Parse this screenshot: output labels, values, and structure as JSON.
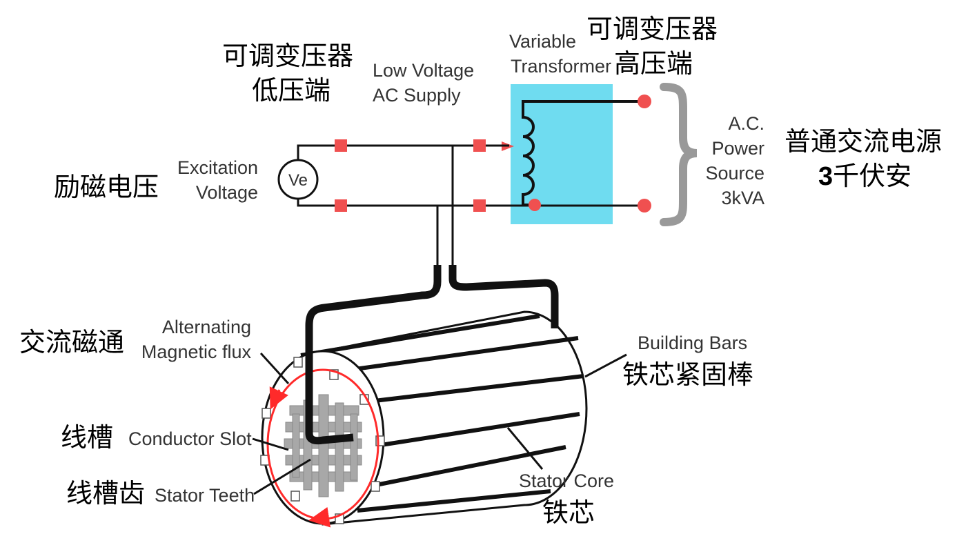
{
  "labels": {
    "low_voltage_end_cn_1": "可调变压器",
    "low_voltage_end_cn_2": "低压端",
    "low_voltage_supply_en_1": "Low Voltage",
    "low_voltage_supply_en_2": "AC Supply",
    "variable_transformer_en_1": "Variable",
    "variable_transformer_en_2": "Transformer",
    "high_voltage_end_cn_1": "可调变压器",
    "high_voltage_end_cn_2": "高压端",
    "excitation_voltage_cn": "励磁电压",
    "excitation_voltage_en_1": "Excitation",
    "excitation_voltage_en_2": "Voltage",
    "ve_meter": "Ve",
    "ac_power_en_1": "A.C.",
    "ac_power_en_2": "Power",
    "ac_power_en_3": "Source",
    "ac_power_en_4": "3kVA",
    "ac_power_cn_1": "普通交流电源",
    "ac_power_cn_2_number": "3",
    "ac_power_cn_2_rest": "千伏安",
    "alternating_flux_cn": "交流磁通",
    "alternating_flux_en_1": "Alternating",
    "alternating_flux_en_2": "Magnetic flux",
    "building_bars_en": "Building Bars",
    "building_bars_cn": "铁芯紧固棒",
    "conductor_slot_cn": "线槽",
    "conductor_slot_en": "Conductor Slot",
    "stator_teeth_cn": "线槽齿",
    "stator_teeth_en": "Stator Teeth",
    "stator_core_en": "Stator Core",
    "stator_core_cn": "铁芯"
  },
  "colors": {
    "transformer_fill": "#6fdcf0",
    "terminal_red": "#f05050",
    "flux_red": "#ff2a2a",
    "wire": "#111111",
    "brace_gray": "#999999",
    "teeth_gray": "#a8a8a8"
  }
}
